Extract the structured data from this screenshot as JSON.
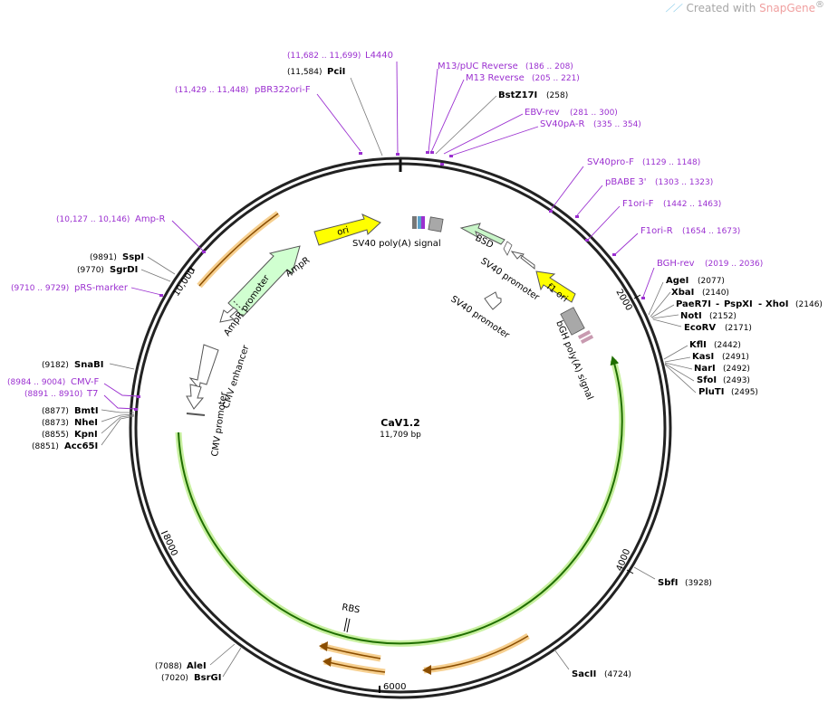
{
  "watermark": {
    "prefix": "Created with",
    "brand": "SnapGene",
    "reg": "®"
  },
  "plasmid": {
    "name": "CaV1.2",
    "length": "11,709 bp"
  },
  "ticks": [
    "2000",
    "4000",
    "6000",
    "8000",
    "10,000"
  ],
  "sites": [
    {
      "name": "PciI",
      "pos": "(11,584)"
    },
    {
      "name": "BstZ17I",
      "pos": "(258)"
    },
    {
      "name": "AgeI",
      "pos": "(2077)"
    },
    {
      "name": "XbaI",
      "pos": "(2140)"
    },
    {
      "name": "PaeR7I",
      "pos": ""
    },
    {
      "name": "-",
      "pos": ""
    },
    {
      "name": "PspXI",
      "pos": ""
    },
    {
      "name": "-",
      "pos": ""
    },
    {
      "name": "XhoI",
      "pos": "(2146)"
    },
    {
      "name": "NotI",
      "pos": "(2152)"
    },
    {
      "name": "EcoRV",
      "pos": "(2171)"
    },
    {
      "name": "KflI",
      "pos": "(2442)"
    },
    {
      "name": "KasI",
      "pos": "(2491)"
    },
    {
      "name": "NarI",
      "pos": "(2492)"
    },
    {
      "name": "SfoI",
      "pos": "(2493)"
    },
    {
      "name": "PluTI",
      "pos": "(2495)"
    },
    {
      "name": "SbfI",
      "pos": "(3928)"
    },
    {
      "name": "SacII",
      "pos": "(4724)"
    },
    {
      "name": "AleI",
      "pos": "(7088)"
    },
    {
      "name": "BsrGI",
      "pos": "(7020)"
    },
    {
      "name": "SnaBI",
      "pos": "(9182)"
    },
    {
      "name": "BmtI",
      "pos": "(8877)"
    },
    {
      "name": "NheI",
      "pos": "(8873)"
    },
    {
      "name": "KpnI",
      "pos": "(8855)"
    },
    {
      "name": "Acc65I",
      "pos": "(8851)"
    },
    {
      "name": "SspI",
      "pos": "(9891)"
    },
    {
      "name": "SgrDI",
      "pos": "(9770)"
    }
  ],
  "primers": [
    {
      "name": "L4440",
      "pos": "(11,682 .. 11,699)"
    },
    {
      "name": "pBR322ori-F",
      "pos": "(11,429 .. 11,448)"
    },
    {
      "name": "M13/pUC Reverse",
      "pos": "(186 .. 208)"
    },
    {
      "name": "M13 Reverse",
      "pos": "(205 .. 221)"
    },
    {
      "name": "EBV-rev",
      "pos": "(281 .. 300)"
    },
    {
      "name": "SV40pA-R",
      "pos": "(335 .. 354)"
    },
    {
      "name": "SV40pro-F",
      "pos": "(1129 .. 1148)"
    },
    {
      "name": "pBABE 3'",
      "pos": "(1303 .. 1323)"
    },
    {
      "name": "F1ori-F",
      "pos": "(1442 .. 1463)"
    },
    {
      "name": "F1ori-R",
      "pos": "(1654 .. 1673)"
    },
    {
      "name": "BGH-rev",
      "pos": "(2019 .. 2036)"
    },
    {
      "name": "Amp-R",
      "pos": "(10,127 .. 10,146)"
    },
    {
      "name": "pRS-marker",
      "pos": "(9710 .. 9729)"
    },
    {
      "name": "CMV-F",
      "pos": "(8984 .. 9004)"
    },
    {
      "name": "T7",
      "pos": "(8891 .. 8910)"
    }
  ],
  "features": [
    "ori",
    "SV40 poly(A) signal",
    "BSD",
    "SV40 promoter",
    "f1 ori",
    "SV40 promoter",
    "bGH poly(A) signal",
    "AmpR",
    "AmpR promoter",
    "CMV enhancer",
    "CMV promoter",
    "RBS"
  ],
  "colors": {
    "primer": "#9b30d0",
    "ori": "#ffff00",
    "bsd": "#c8f5c8",
    "ampr": "#d0ffd0",
    "cds_green": "#1f6e00",
    "cds_glow": "#c8f0a0",
    "orange": "#f0a030",
    "gray_box": "#a8a8a8"
  }
}
